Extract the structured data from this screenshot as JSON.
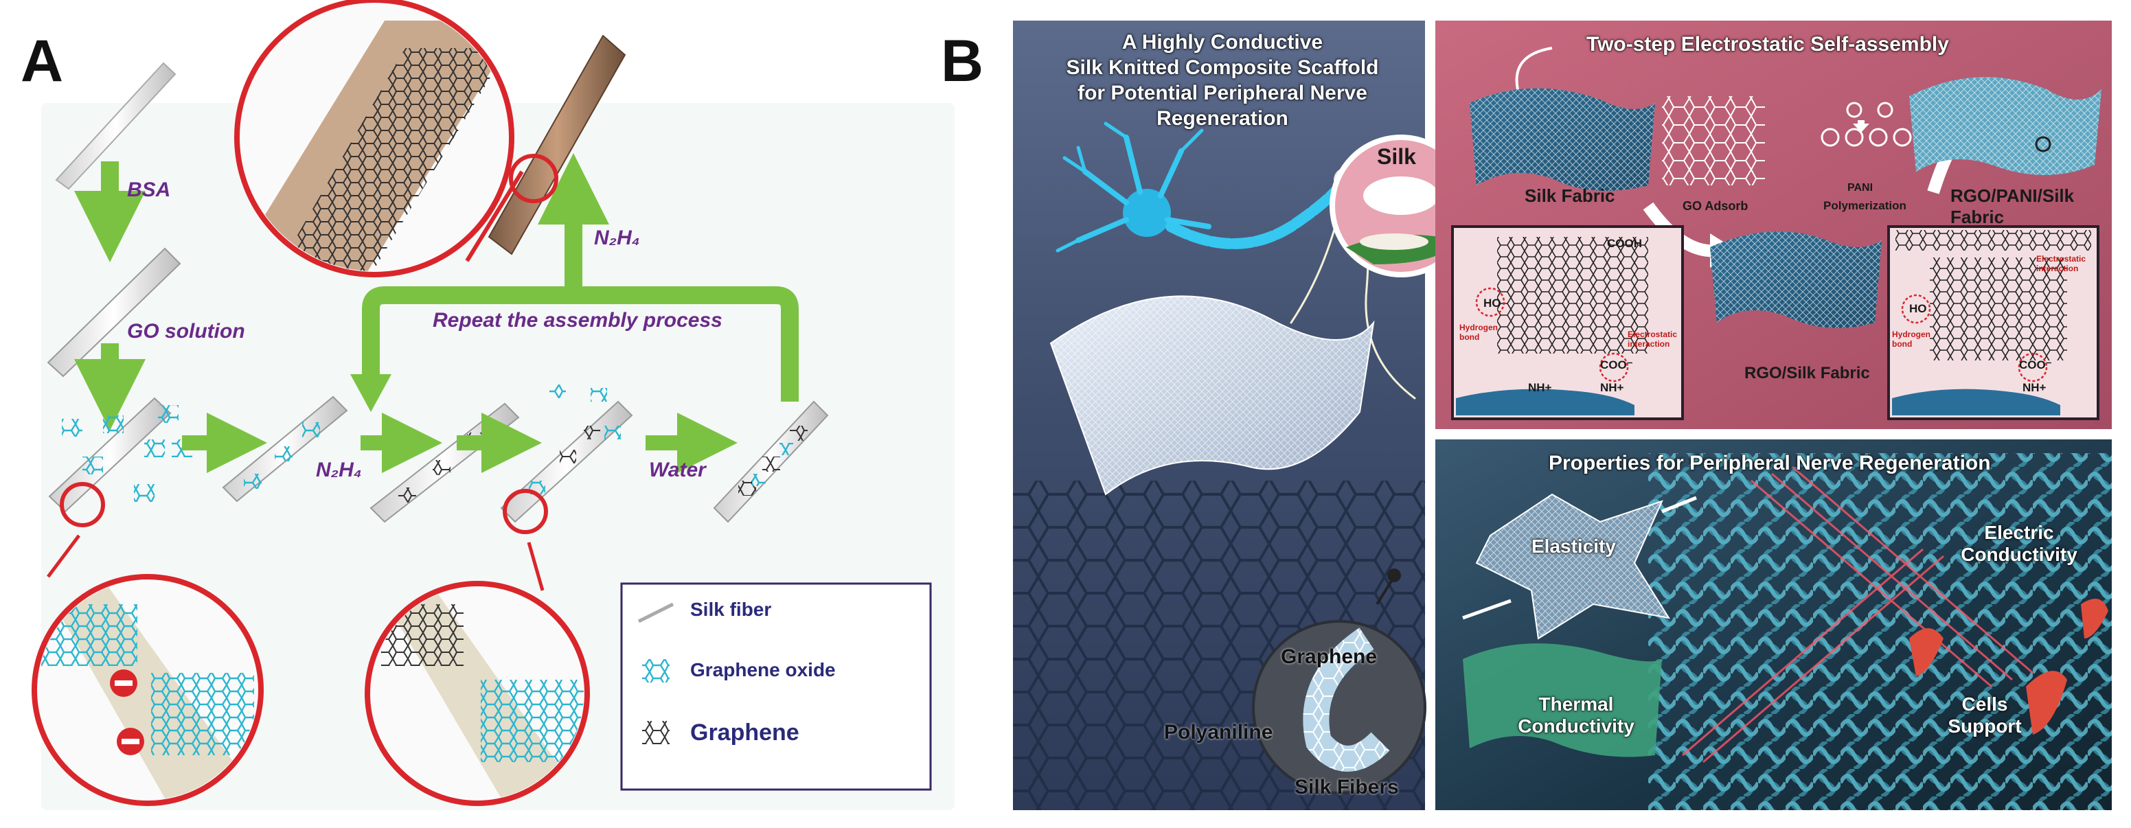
{
  "panelA": {
    "letter": "A",
    "labels": {
      "bsa": "BSA",
      "go_solution": "GO solution",
      "repeat": "Repeat the assembly process",
      "n2h4_top": "N₂H₄",
      "n2h4_mid": "N₂H₄",
      "water": "Water"
    },
    "legend": [
      {
        "icon": "silk-fiber-icon",
        "label": "Silk fiber"
      },
      {
        "icon": "graphene-oxide-icon",
        "label": "Graphene oxide"
      },
      {
        "icon": "graphene-icon",
        "label": "Graphene"
      }
    ],
    "colors": {
      "arrow": "#7cc242",
      "circle": "#d9262b",
      "graphene_oxide": "#3ec3e0",
      "graphene": "#555555",
      "fiber_brown": "#a0785a"
    }
  },
  "panelB": {
    "letter": "B",
    "left": {
      "title_lines": [
        "A Highly Conductive",
        "Silk Knitted Composite Scaffold",
        "for Potential Peripheral Nerve",
        "Regeneration"
      ],
      "silk": "Silk",
      "graphene": "Graphene",
      "polyaniline": "Polyaniline",
      "silk_fibers": "Silk Fibers"
    },
    "top_right": {
      "title": "Two-step Electrostatic Self-assembly",
      "silk_fabric": "Silk Fabric",
      "go_adsorb": "GO Adsorb",
      "pani": "PANI",
      "pani_poly": "Polymerization",
      "rgo_pani_silk": "RGO/PANI/Silk Fabric",
      "rgo_silk": "RGO/Silk Fabric",
      "cooh": "COOH",
      "ho": "HO",
      "hydrogen_bond": "Hydrogen bond",
      "electrostatic": "Electrostatic interaction",
      "coo": "COO⁻",
      "nh": "NH+"
    },
    "bottom_right": {
      "title": "Properties for Peripheral Nerve Regeneration",
      "elasticity": "Elasticity",
      "electric": "Electric Conductivity",
      "thermal": "Thermal Conductivity",
      "cells": "Cells Support"
    },
    "colors": {
      "left_bg": "#3e4c6e",
      "top_bg": "#b55a70",
      "bottom_bg": "#1d3a4c"
    }
  }
}
